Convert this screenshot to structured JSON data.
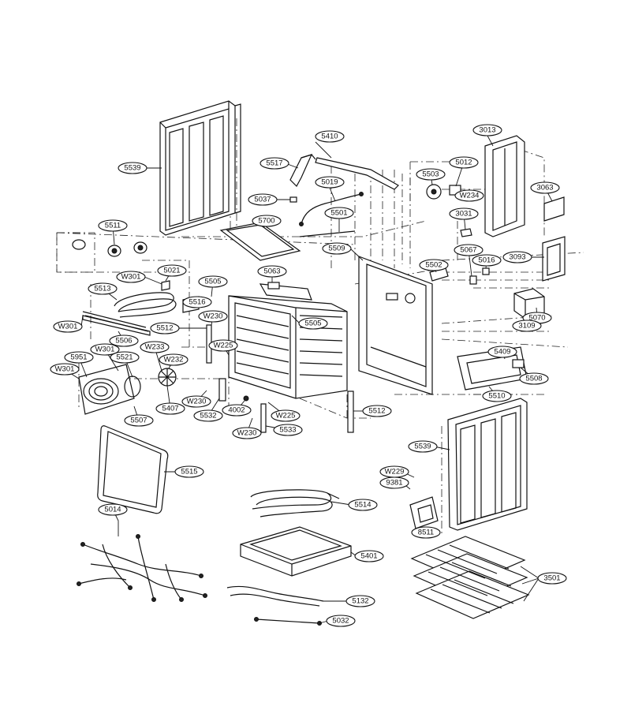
{
  "callouts": [
    {
      "id": "5539a",
      "label": "5539"
    },
    {
      "id": "5410",
      "label": "5410"
    },
    {
      "id": "3013",
      "label": "3013"
    },
    {
      "id": "5517",
      "label": "5517"
    },
    {
      "id": "5012",
      "label": "5012"
    },
    {
      "id": "5503",
      "label": "5503"
    },
    {
      "id": "W234",
      "label": "W234"
    },
    {
      "id": "5019",
      "label": "5019"
    },
    {
      "id": "3063",
      "label": "3063"
    },
    {
      "id": "5037",
      "label": "5037"
    },
    {
      "id": "5501",
      "label": "5501"
    },
    {
      "id": "3031",
      "label": "3031"
    },
    {
      "id": "5511",
      "label": "5511"
    },
    {
      "id": "5700",
      "label": "5700"
    },
    {
      "id": "5509",
      "label": "5509"
    },
    {
      "id": "5067",
      "label": "5067"
    },
    {
      "id": "3093",
      "label": "3093"
    },
    {
      "id": "5016",
      "label": "5016"
    },
    {
      "id": "5021",
      "label": "5021"
    },
    {
      "id": "5063",
      "label": "5063"
    },
    {
      "id": "5502",
      "label": "5502"
    },
    {
      "id": "W301a",
      "label": "W301"
    },
    {
      "id": "5505a",
      "label": "5505"
    },
    {
      "id": "5513",
      "label": "5513"
    },
    {
      "id": "5516",
      "label": "5516"
    },
    {
      "id": "W230a",
      "label": "W230"
    },
    {
      "id": "5070",
      "label": "5070"
    },
    {
      "id": "W301b",
      "label": "W301"
    },
    {
      "id": "5512a",
      "label": "5512"
    },
    {
      "id": "5505b",
      "label": "5505"
    },
    {
      "id": "3109",
      "label": "3109"
    },
    {
      "id": "5506",
      "label": "5506"
    },
    {
      "id": "W225a",
      "label": "W225"
    },
    {
      "id": "W301c",
      "label": "W301"
    },
    {
      "id": "W233",
      "label": "W233"
    },
    {
      "id": "5409",
      "label": "5409"
    },
    {
      "id": "5951",
      "label": "5951"
    },
    {
      "id": "5521",
      "label": "5521"
    },
    {
      "id": "W232",
      "label": "W232"
    },
    {
      "id": "W301d",
      "label": "W301"
    },
    {
      "id": "5508",
      "label": "5508"
    },
    {
      "id": "5510",
      "label": "5510"
    },
    {
      "id": "W230b",
      "label": "W230"
    },
    {
      "id": "5407",
      "label": "5407"
    },
    {
      "id": "5532",
      "label": "5532"
    },
    {
      "id": "4002",
      "label": "4002"
    },
    {
      "id": "5512b",
      "label": "5512"
    },
    {
      "id": "5507",
      "label": "5507"
    },
    {
      "id": "W225b",
      "label": "W225"
    },
    {
      "id": "W230c",
      "label": "W230"
    },
    {
      "id": "5533",
      "label": "5533"
    },
    {
      "id": "5539b",
      "label": "5539"
    },
    {
      "id": "5515",
      "label": "5515"
    },
    {
      "id": "W229",
      "label": "W229"
    },
    {
      "id": "9381",
      "label": "9381"
    },
    {
      "id": "5014",
      "label": "5014"
    },
    {
      "id": "5514",
      "label": "5514"
    },
    {
      "id": "8511",
      "label": "8511"
    },
    {
      "id": "5401",
      "label": "5401"
    },
    {
      "id": "3501",
      "label": "3501"
    },
    {
      "id": "5132",
      "label": "5132"
    },
    {
      "id": "5032",
      "label": "5032"
    }
  ]
}
